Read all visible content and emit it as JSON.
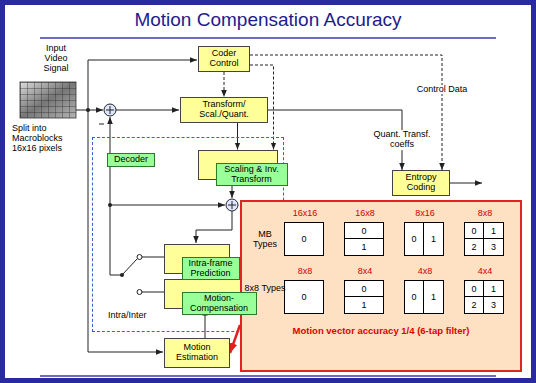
{
  "diagram": {
    "title": "Motion Compensation Accuracy",
    "nodes": [
      {
        "text": [
          "Coder Control"
        ]
      },
      {
        "text": [
          "Transform/ Scal./Quant."
        ]
      },
      {
        "text": [
          "Decoder"
        ]
      },
      {
        "text": [
          "Scaling & Inv. Transform"
        ],
        "in": 2
      },
      {
        "text": [
          "Entropy Coding"
        ]
      },
      {
        "text": [
          "Intra-frame Prediction"
        ],
        "in": 2
      },
      {
        "text": [
          "Motion- Compensation"
        ],
        "in": 2
      },
      {
        "text": [
          "MB Types",
          "8x8 Types",
          "Motion vector accuracy 1/4 (6-tap filter)"
        ]
      },
      {
        "text": [
          "16x16",
          "0"
        ],
        "in": 7
      },
      {
        "text": [
          "16x8",
          "0",
          "1"
        ],
        "in": 7
      },
      {
        "text": [
          "8x16",
          "0",
          "1"
        ],
        "in": 7
      },
      {
        "text": [
          "8x8",
          "0",
          "1",
          "2",
          "3"
        ],
        "in": 7
      },
      {
        "text": [
          "8x8",
          "0"
        ],
        "in": 7
      },
      {
        "text": [
          "8x4",
          "0",
          "1"
        ],
        "in": 7
      },
      {
        "text": [
          "4x8",
          "0",
          "1"
        ],
        "in": 7
      },
      {
        "text": [
          "4x4",
          "0",
          "1",
          "2",
          "3"
        ],
        "in": 7
      },
      {
        "text": [
          "Motion Estimation"
        ]
      }
    ],
    "edges": [
      {
        "from": 0,
        "to": 1,
        "arrow": "to"
      },
      {
        "from": 0,
        "to": 3,
        "arrow": "to"
      },
      {
        "from": 0,
        "to": 4,
        "label": "Control Data",
        "arrow": "to"
      },
      {
        "from": 1,
        "to": 3,
        "arrow": "to"
      },
      {
        "from": 1,
        "to": 4,
        "label": "Quant. Transf. coeffs",
        "arrow": "to"
      },
      {
        "from": 16,
        "to": 6,
        "arrow": "to"
      },
      {
        "from": 7,
        "to": 6,
        "arrow": "to"
      },
      {
        "from": 7,
        "to": 16,
        "arrow": "to"
      }
    ],
    "labels": [
      "Input Video Signal",
      "Split into Macroblocks 16x16 pixels",
      "Intra/Inter"
    ]
  }
}
